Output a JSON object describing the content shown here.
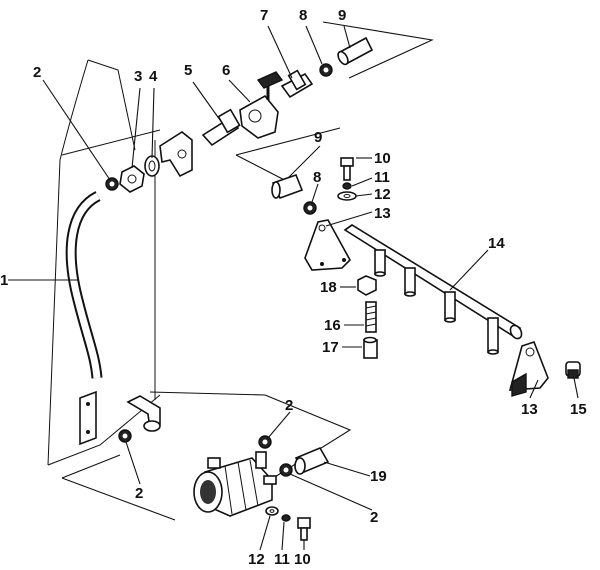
{
  "callouts": [
    {
      "id": "c1",
      "text": "1"
    },
    {
      "id": "c2a",
      "text": "2"
    },
    {
      "id": "c3",
      "text": "3"
    },
    {
      "id": "c4",
      "text": "4"
    },
    {
      "id": "c5",
      "text": "5"
    },
    {
      "id": "c6",
      "text": "6"
    },
    {
      "id": "c7",
      "text": "7"
    },
    {
      "id": "c8a",
      "text": "8"
    },
    {
      "id": "c9a",
      "text": "9"
    },
    {
      "id": "c9b",
      "text": "9"
    },
    {
      "id": "c8b",
      "text": "8"
    },
    {
      "id": "c10a",
      "text": "10"
    },
    {
      "id": "c11a",
      "text": "11"
    },
    {
      "id": "c12a",
      "text": "12"
    },
    {
      "id": "c13a",
      "text": "13"
    },
    {
      "id": "c14",
      "text": "14"
    },
    {
      "id": "c18",
      "text": "18"
    },
    {
      "id": "c16",
      "text": "16"
    },
    {
      "id": "c17",
      "text": "17"
    },
    {
      "id": "c13b",
      "text": "13"
    },
    {
      "id": "c15",
      "text": "15"
    },
    {
      "id": "c2b",
      "text": "2"
    },
    {
      "id": "c2c",
      "text": "2"
    },
    {
      "id": "c19",
      "text": "19"
    },
    {
      "id": "c2d",
      "text": "2"
    },
    {
      "id": "c12b",
      "text": "12"
    },
    {
      "id": "c11b",
      "text": "11"
    },
    {
      "id": "c10b",
      "text": "10"
    }
  ]
}
